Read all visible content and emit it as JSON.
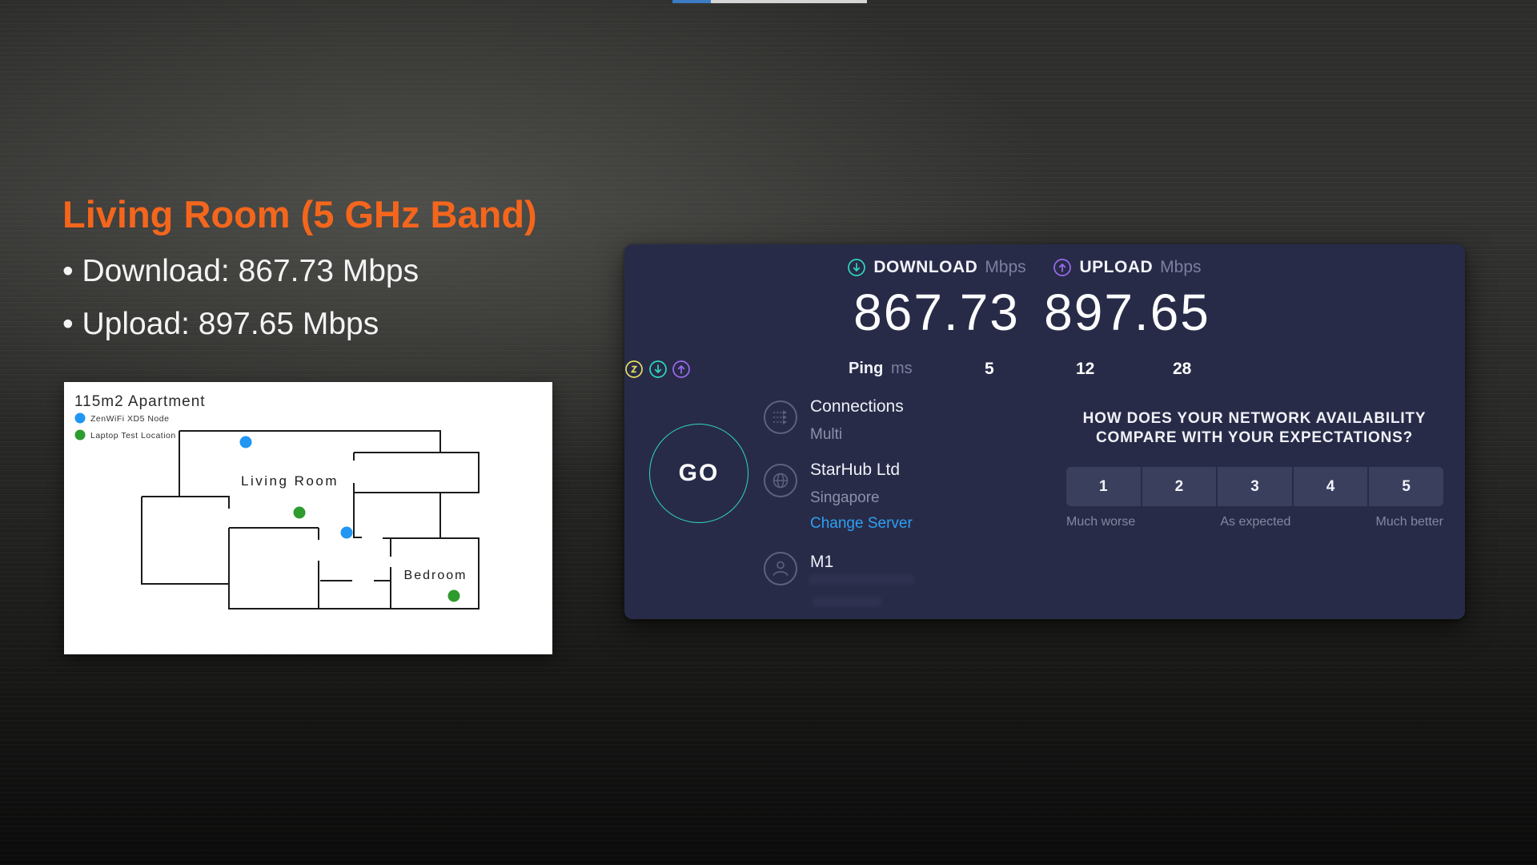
{
  "player": {
    "progress_bar": {
      "played_color": "#3b7cc4",
      "buffered_color": "#d6d6d6"
    }
  },
  "slide": {
    "title": "Living Room (5 GHz Band)",
    "title_color": "#f4661c",
    "bullets": [
      "• Download: 867.73 Mbps",
      "• Upload: 897.65 Mbps"
    ]
  },
  "floor_plan": {
    "title": "115m2 Apartment",
    "legend": [
      {
        "label": "ZenWiFi XD5 Node",
        "color": "#2196f3"
      },
      {
        "label": "Laptop Test Location",
        "color": "#2e9b2e"
      }
    ],
    "rooms": [
      {
        "label": "Living Room"
      },
      {
        "label": "Bedroom"
      }
    ]
  },
  "speedtest": {
    "download": {
      "label": "DOWNLOAD",
      "unit": "Mbps",
      "value": "867.73",
      "accent": "#2fd7c0"
    },
    "upload": {
      "label": "UPLOAD",
      "unit": "Mbps",
      "value": "897.65",
      "accent": "#9b6cf0"
    },
    "ping": {
      "label": "Ping",
      "unit": "ms",
      "idle": "5",
      "download": "12",
      "upload": "28",
      "idle_color": "#e7e15f"
    },
    "go_label": "GO",
    "connections": {
      "label": "Connections",
      "value": "Multi"
    },
    "server": {
      "name": "StarHub Ltd",
      "location": "Singapore",
      "change_link": "Change Server",
      "link_color": "#2e9ff2"
    },
    "isp": {
      "name": "M1"
    },
    "survey": {
      "heading_line1": "HOW DOES YOUR NETWORK AVAILABILITY",
      "heading_line2": "COMPARE WITH YOUR EXPECTATIONS?",
      "ratings": [
        "1",
        "2",
        "3",
        "4",
        "5"
      ],
      "scale_labels": [
        "Much worse",
        "As expected",
        "Much better"
      ]
    },
    "panel_color": "#282b48"
  }
}
